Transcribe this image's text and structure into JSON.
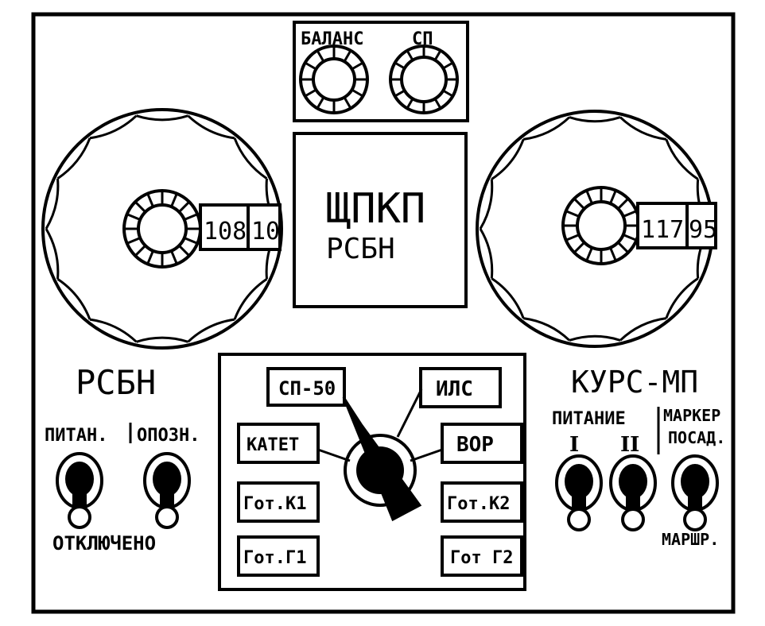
{
  "top_knobs": {
    "balance_label": "БАЛАНС",
    "sp_label": "СП"
  },
  "center_display": {
    "title": "ЩПКП",
    "subtitle": "РСБН"
  },
  "left_dial": {
    "readout_main": "108",
    "readout_sub": "10"
  },
  "right_dial": {
    "readout_main": "117",
    "readout_sub": "95"
  },
  "left_section": {
    "title": "РСБН",
    "power_label": "ПИТАН.",
    "ident_label": "ОПОЗН.",
    "off_label": "ОТКЛЮЧЕНО"
  },
  "selector": {
    "positions": {
      "sp50": "СП-50",
      "ils": "ИЛС",
      "katet": "КАТЕТ",
      "vor": "ВОР",
      "gotk1": "Гот.К1",
      "gotk2": "Гот.К2",
      "gotg1": "Гот.Г1",
      "gotg2": "Гот Г2"
    }
  },
  "right_section": {
    "title": "КУРС-МП",
    "power_label": "ПИТАНИЕ",
    "power_1": "I",
    "power_2": "II",
    "marker_label": "МАРКЕР",
    "landing_label": "ПОСАД.",
    "route_label": "МАРШР."
  }
}
